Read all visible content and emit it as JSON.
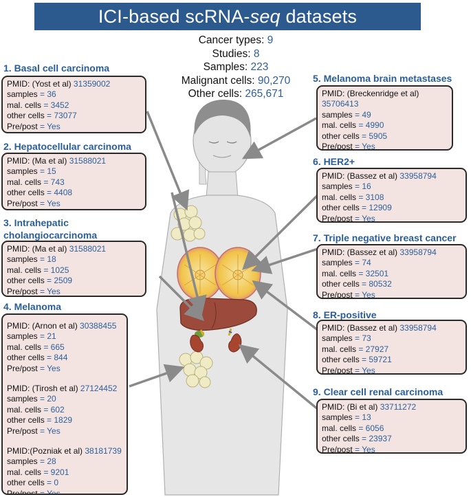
{
  "banner": {
    "title_pre": "ICI-based scRNA-",
    "title_italic": "seq",
    "title_post": " datasets"
  },
  "summary": [
    {
      "label": "Cancer types: ",
      "value": "9"
    },
    {
      "label": "Studies: ",
      "value": "8"
    },
    {
      "label": "Samples: ",
      "value": "223"
    },
    {
      "label": "Malignant cells: ",
      "value": "90,270"
    },
    {
      "label": "Other cells: ",
      "value": "265,671"
    }
  ],
  "datasets": [
    {
      "title": "1. Basal cell carcinoma",
      "studies": [
        {
          "pmid_label": "PMID: (Yost et al) ",
          "pmid": "31359002",
          "samples": "= 36",
          "mal": "= 3452",
          "other": "= 73077",
          "prepost": "= Yes"
        }
      ]
    },
    {
      "title": "2. Hepatocellular carcinoma",
      "studies": [
        {
          "pmid_label": "PMID: (Ma et al) ",
          "pmid": "31588021",
          "samples": "= 15",
          "mal": "= 743",
          "other": "= 4408",
          "prepost": "= Yes"
        }
      ]
    },
    {
      "title": "3. Intrahepatic",
      "title2": "cholangiocarcinoma",
      "studies": [
        {
          "pmid_label": "PMID: (Ma et al) ",
          "pmid": "31588021",
          "samples": "= 18",
          "mal": "= 1025",
          "other": "= 2509",
          "prepost": "= Yes"
        }
      ]
    },
    {
      "title": "4. Melanoma",
      "studies": [
        {
          "pmid_label": "PMID: (Arnon et al) ",
          "pmid": "30388455",
          "samples": "= 21",
          "mal": "= 665",
          "other": "= 844",
          "prepost": "= Yes"
        },
        {
          "pmid_label": "PMID: (Tirosh et al) ",
          "pmid": "27124452",
          "samples": "= 20",
          "mal": "= 602",
          "other": "= 1829",
          "prepost": "= Yes"
        },
        {
          "pmid_label": "PMID:(Pozniak et al) ",
          "pmid": "38181739",
          "samples": "= 28",
          "mal": "= 9201",
          "other": "= 0",
          "prepost": "= Yes"
        }
      ]
    },
    {
      "title": "5.  Melanoma brain metastases",
      "studies": [
        {
          "pmid_label": "PMID: (Breckenridge et al)",
          "pmid": "35706413",
          "samples": "= 49",
          "mal": "= 4990",
          "other": "= 5905",
          "prepost": "= Yes"
        }
      ]
    },
    {
      "title": "6.  HER2+",
      "studies": [
        {
          "pmid_label": "PMID: (Bassez et al) ",
          "pmid": "33958794",
          "samples": "= 16",
          "mal": "= 3108",
          "other": "= 12909",
          "prepost": "= Yes"
        }
      ]
    },
    {
      "title": "7.  Triple negative breast cancer",
      "studies": [
        {
          "pmid_label": "PMID: (Bassez et al) ",
          "pmid": "33958794",
          "samples": "= 74",
          "mal": "= 32501",
          "other": "= 80532",
          "prepost": "= Yes"
        }
      ]
    },
    {
      "title": "8.  ER-positive",
      "studies": [
        {
          "pmid_label": "PMID: (Bassez et al) ",
          "pmid": "33958794",
          "samples": "= 73",
          "mal": "= 27927",
          "other": "= 59721",
          "prepost": "= Yes"
        }
      ]
    },
    {
      "title": "9.  Clear cell renal carcinoma",
      "studies": [
        {
          "pmid_label": "PMID: (Bi et al) ",
          "pmid": "33711272",
          "samples": "= 13",
          "mal": "= 6056",
          "other": "= 23937",
          "prepost": "= Yes"
        }
      ]
    }
  ],
  "field_labels": {
    "samples": "samples ",
    "mal": "mal. cells ",
    "other": "other cells ",
    "prepost": "Pre/post "
  },
  "colors": {
    "banner": "#2c5a8f",
    "accent": "#2c5f9a",
    "box_fill": "#f3e4e2",
    "arrow": "#8a8a8a"
  }
}
